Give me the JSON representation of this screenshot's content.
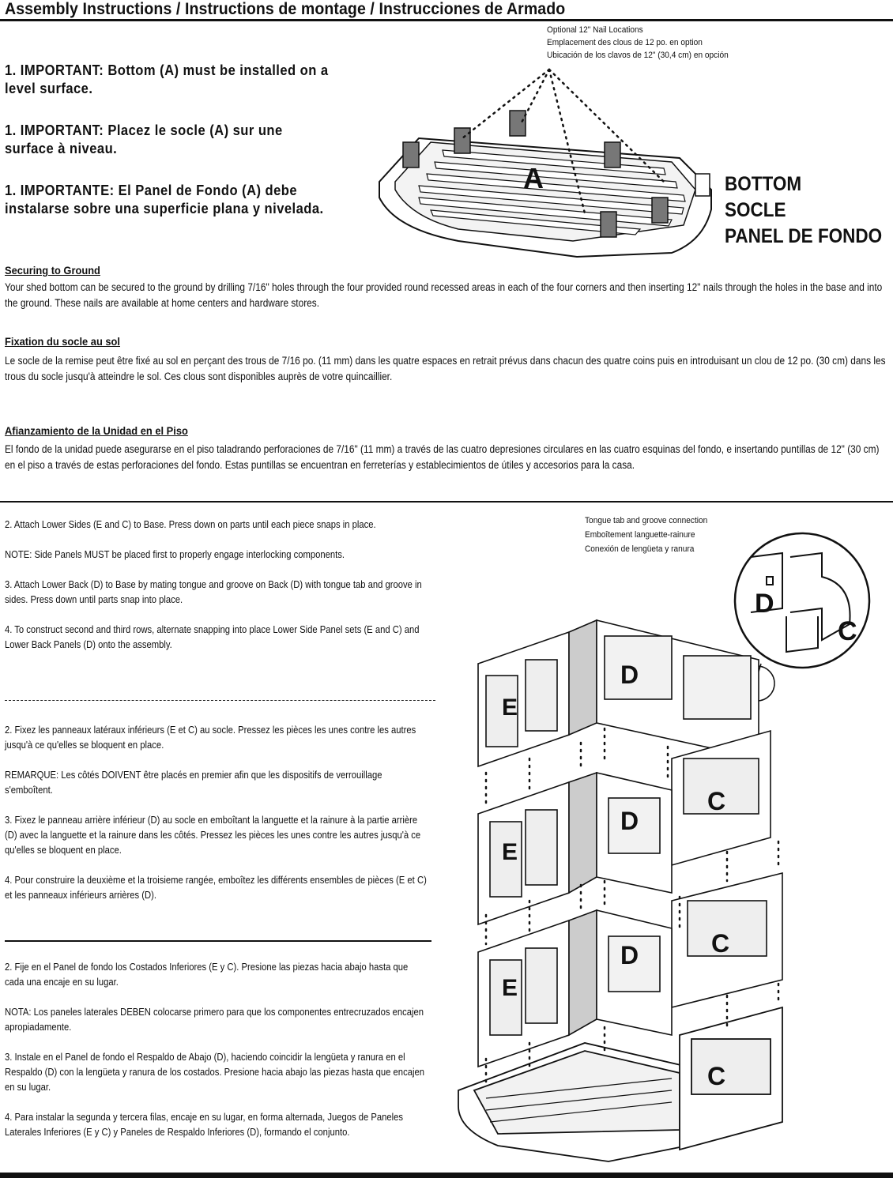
{
  "header": {
    "title": "Assembly Instructions / Instructions de montage / Instrucciones de Armado"
  },
  "top_section": {
    "important_en": "1. IMPORTANT: Bottom (A) must be installed on a level surface.",
    "important_fr": "1. IMPORTANT: Placez le socle (A) sur une surface à niveau.",
    "important_es": "1. IMPORTANTE: El Panel de Fondo (A) debe instalarse sobre una superficie plana y nivelada.",
    "nail_caption_en": "Optional 12\" Nail Locations",
    "nail_caption_fr": "Emplacement des clous de 12 po. en option",
    "nail_caption_es": "Ubicación de los clavos de 12\" (30,4 cm) en opción",
    "part_letter": "A",
    "bottom_label_en": "BOTTOM",
    "bottom_label_fr": "SOCLE",
    "bottom_label_es": "PANEL DE FONDO"
  },
  "securing": {
    "heading_en": "Securing to Ground",
    "body_en": "Your shed bottom can be secured to the ground by drilling 7/16\" holes through the four provided round recessed areas in each of the four corners and then inserting 12\" nails through the holes in the base and into the ground. These nails are available at home centers and hardware stores.",
    "heading_fr": "Fixation du socle au sol",
    "body_fr": "Le socle de la remise peut être fixé au sol en perçant des trous de 7/16 po. (11 mm) dans les quatre espaces en retrait prévus dans chacun des quatre coins puis en introduisant un clou de 12 po. (30 cm) dans les trous du socle jusqu'à atteindre le sol. Ces clous sont disponibles auprès de votre quincaillier.",
    "heading_es": "Afianzamiento de la Unidad en el Piso",
    "body_es": "El fondo de la unidad puede asegurarse en el piso taladrando perforaciones de 7/16\" (11 mm) a través de las cuatro depresiones circulares en las cuatro esquinas del fondo, e insertando puntillas de 12\" (30 cm) en el piso a través de estas perforaciones del fondo. Estas puntillas se encuentran en ferreterías y establecimientos de útiles y accesorios para la casa."
  },
  "steps_en": {
    "s2": "2. Attach Lower Sides (E and C) to Base. Press down on parts until each piece snaps in place.",
    "note": "NOTE: Side Panels MUST be placed first to properly engage interlocking components.",
    "s3": "3. Attach Lower Back (D) to Base by mating tongue and groove on Back (D) with tongue tab and groove in sides. Press down until parts snap into place.",
    "s4": "4. To construct second and third rows, alternate snapping into place Lower Side Panel sets (E and C) and Lower Back Panels (D) onto the assembly."
  },
  "steps_fr": {
    "s2": "2. Fixez les panneaux latéraux inférieurs (E et C) au socle. Pressez les pièces les unes contre les autres jusqu'à ce qu'elles se bloquent en place.",
    "note": "REMARQUE: Les côtés DOIVENT être placés en premier afin que les dispositifs de verrouillage s'emboîtent.",
    "s3": "3. Fixez le panneau arrière inférieur (D) au socle en emboîtant la languette et la rainure à la partie arrière (D) avec la languette et la rainure dans les côtés. Pressez les pièces les unes contre les autres jusqu'à ce qu'elles se bloquent en place.",
    "s4": "4. Pour construire la deuxième et la troisieme rangée, emboîtez les différents ensembles de pièces (E et C) et les panneaux inférieurs arrières (D)."
  },
  "steps_es": {
    "s2": "2. Fije en el Panel de fondo los Costados Inferiores (E y C). Presione las piezas hacia abajo hasta que cada una encaje en su lugar.",
    "note": "NOTA: Los paneles laterales DEBEN colocarse primero para que los componentes entrecruzados encajen apropiadamente.",
    "s3": "3. Instale en el Panel de fondo el Respaldo de Abajo (D), haciendo coincidir la lengüeta y ranura en el Respaldo (D) con la lengüeta y ranura de los costados. Presione hacia abajo las piezas hasta que encajen en su lugar.",
    "s4": "4. Para instalar la segunda y tercera filas, encaje en su lugar, en forma alternada, Juegos de Paneles Laterales Inferiores (E y C) y Paneles de Respaldo Inferiores (D), formando el conjunto."
  },
  "assembly_figure": {
    "tongue_caption_en": "Tongue tab and groove connection",
    "tongue_caption_fr": "Emboîtement languette-rainure",
    "tongue_caption_es": "Conexión de lengüeta y ranura",
    "detail_labels": [
      "D",
      "C"
    ],
    "row_labels": {
      "top": [
        "E",
        "D"
      ],
      "middle": [
        "E",
        "D",
        "C"
      ],
      "lower": [
        "E",
        "D",
        "C"
      ],
      "base": [
        "C"
      ]
    }
  }
}
